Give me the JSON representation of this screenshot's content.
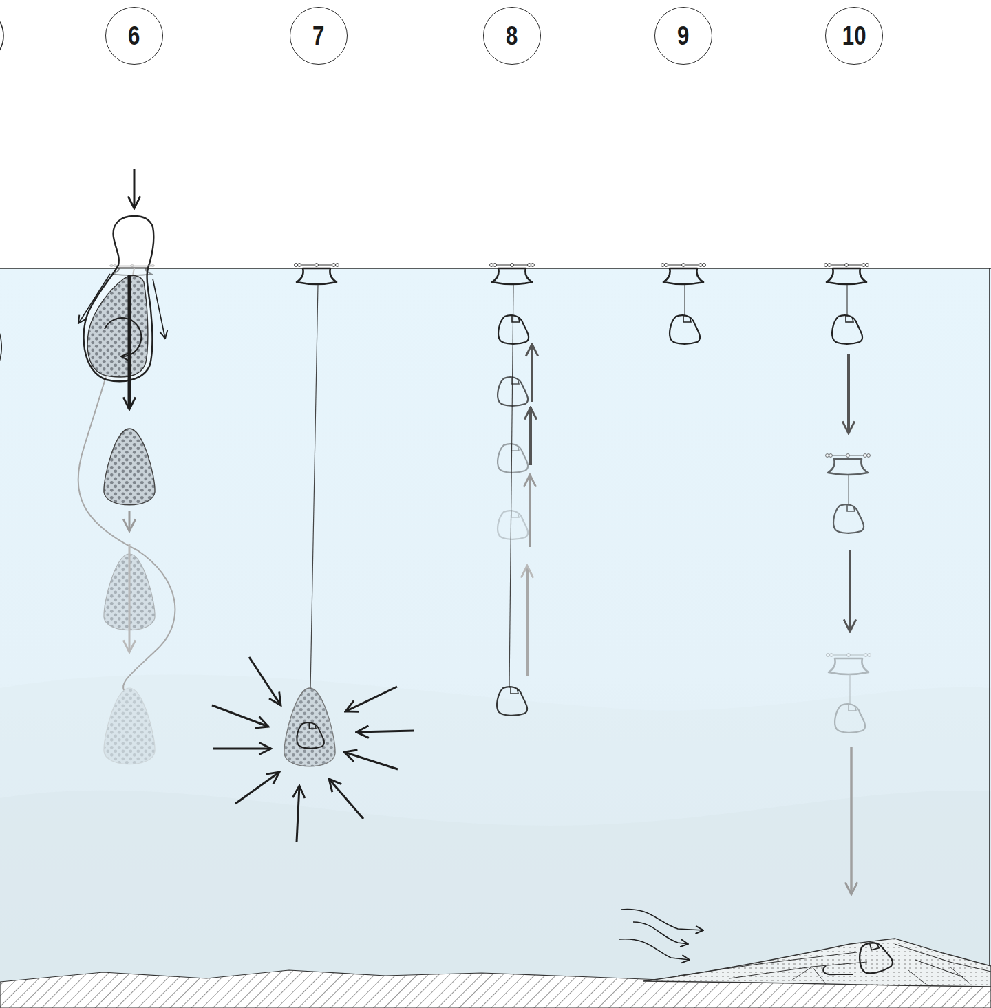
{
  "diagram": {
    "nodes": [
      {
        "text": [
          "6"
        ]
      },
      {
        "text": [
          "7"
        ]
      },
      {
        "text": [
          "8"
        ]
      },
      {
        "text": [
          "9"
        ]
      },
      {
        "text": [
          "10"
        ]
      }
    ]
  }
}
